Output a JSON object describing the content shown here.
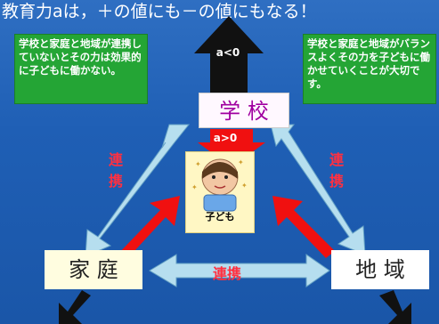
{
  "title": "教育力aは，＋の値にも－の値にもなる！",
  "notes": {
    "left": "学校と家庭と地域が連携していないとその力は効果的に子どもに働かない。",
    "right": "学校と家庭と地域がバランスよくその力を子どもに働かせていくことが大切です。"
  },
  "nodes": {
    "school": "学 校",
    "home": "家 庭",
    "region": "地 域",
    "child": "子ども"
  },
  "arrows": {
    "negative": "a<0",
    "positive": "a>0"
  },
  "links": {
    "left": "連携",
    "right": "連携",
    "bottom": "連携"
  },
  "colors": {
    "background": "#2166b9",
    "note_box": "#24a535",
    "link_arrow": "#bfe6f3",
    "red_arrow": "#f01010",
    "dark_arrow": "#111111",
    "link_text": "#ff3040"
  }
}
